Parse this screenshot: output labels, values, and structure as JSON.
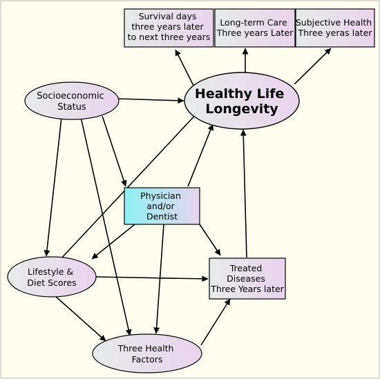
{
  "nodes": {
    "survival": {
      "lines": [
        "Survival days",
        "three years later",
        "to next three years"
      ]
    },
    "ltc": {
      "lines": [
        "Long-term Care",
        "Three years Later"
      ]
    },
    "subjective": {
      "lines": [
        "Subjective Health",
        "Three yeras later"
      ]
    },
    "healthy": {
      "lines": [
        "Healthy Life",
        "Longevity"
      ]
    },
    "socio": {
      "lines": [
        "Socioeconomic",
        "Status"
      ]
    },
    "physician": {
      "lines": [
        "Physician",
        "and/or",
        "Dentist"
      ]
    },
    "lifestyle": {
      "lines": [
        "Lifestyle &",
        "Diet Scores"
      ]
    },
    "treated": {
      "lines": [
        "Treated",
        "Diseases",
        "Three Years later"
      ]
    },
    "three": {
      "lines": [
        "Three Health",
        "Factors"
      ]
    }
  },
  "colors": {
    "background": "#fffdf0",
    "box_start": "#e7ebea",
    "box_end": "#e9d4ec",
    "physician_start": "#8ef1f3",
    "physician_end": "#e9d4ec",
    "edge": "#000000"
  }
}
